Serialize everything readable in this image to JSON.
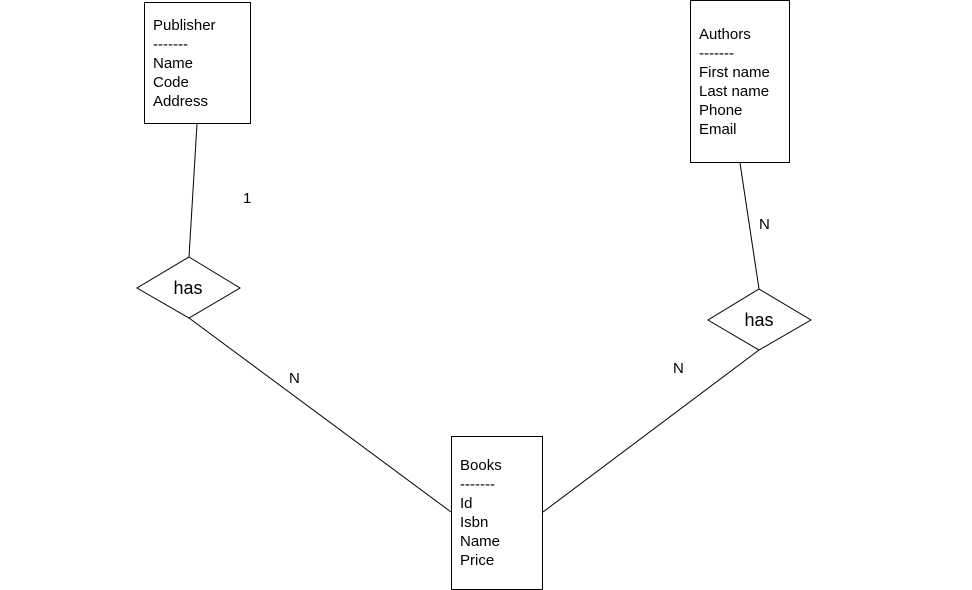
{
  "entities": {
    "publisher": {
      "title": "Publisher",
      "separator": "-------",
      "attributes": [
        "Name",
        "Code",
        "Address"
      ]
    },
    "authors": {
      "title": "Authors",
      "separator": "-------",
      "attributes": [
        "First name",
        "Last name",
        "Phone",
        "Email"
      ]
    },
    "books": {
      "title": "Books",
      "separator": "-------",
      "attributes": [
        "Id",
        "Isbn",
        "Name",
        "Price"
      ]
    }
  },
  "relationships": {
    "left": {
      "label": "has"
    },
    "right": {
      "label": "has"
    }
  },
  "cardinalities": {
    "publisher_side": "1",
    "books_left_side": "N",
    "authors_side": "N",
    "books_right_side": "N"
  }
}
